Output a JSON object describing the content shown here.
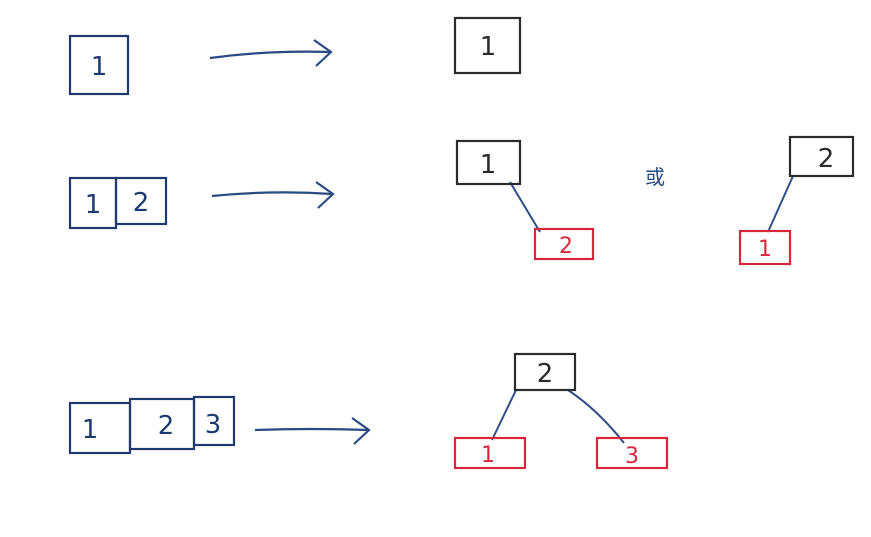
{
  "colors": {
    "array": "#1e3a6e",
    "arrow": "#2a4a82",
    "node": "#2b2b2b",
    "child": "#d6283a",
    "edge": "#2f4f86"
  },
  "rows": [
    {
      "array": [
        "1"
      ],
      "trees": [
        {
          "root": "1",
          "children": []
        }
      ]
    },
    {
      "array": [
        "1",
        "2"
      ],
      "separator": "或",
      "trees": [
        {
          "root": "1",
          "children": [
            "2"
          ]
        },
        {
          "root": "2",
          "children": [
            "1"
          ]
        }
      ]
    },
    {
      "array": [
        "1",
        "2",
        "3"
      ],
      "trees": [
        {
          "root": "2",
          "children": [
            "1",
            "3"
          ]
        }
      ]
    }
  ]
}
